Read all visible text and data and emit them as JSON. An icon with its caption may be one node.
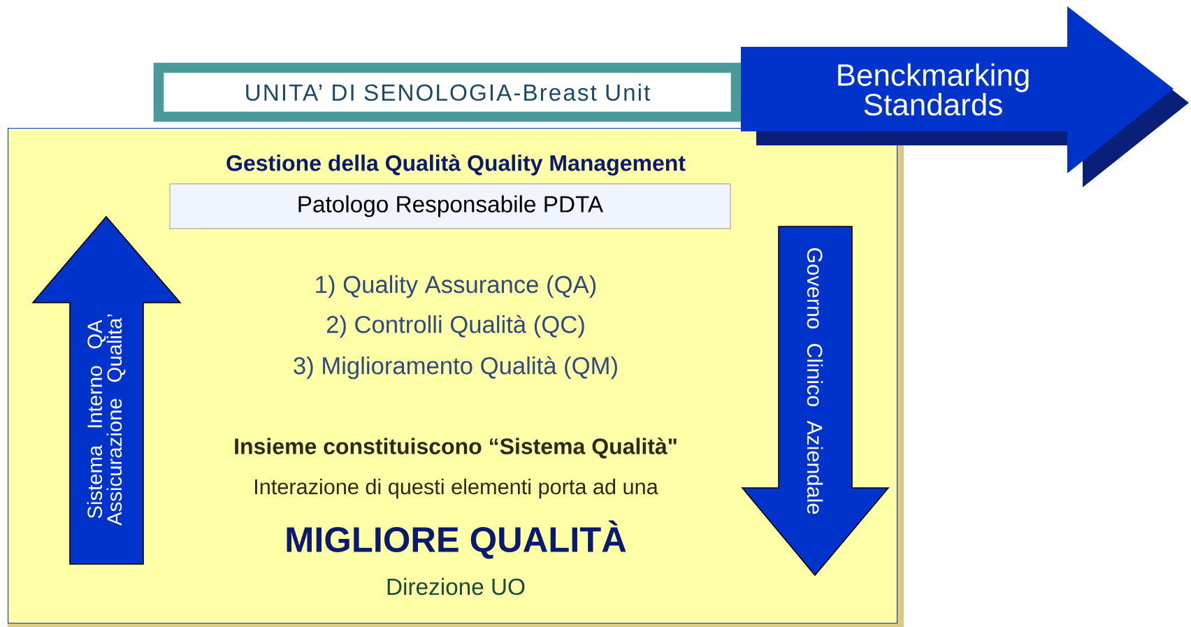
{
  "diagram": {
    "nodes": [
      {
        "text": [
          "UNITA’ DI  SENOLOGIA-Breast Unit"
        ]
      },
      {
        "text": [
          "Benckmarking Standards"
        ]
      },
      {
        "text": [
          "Gestione della Qualità Quality Management",
          "1) Quality Assurance (QA)",
          "2) Controlli Qualità (QC)",
          "3) Miglioramento Qualità (QM)",
          "Insieme constituiscono “Sistema Qualità\"",
          "Interazione di questi elementi porta ad una",
          "MIGLIORE QUALITÀ",
          "Direzione UO"
        ]
      },
      {
        "text": [
          "Patologo Responsabile PDTA"
        ],
        "in": 2
      },
      {
        "text": [
          "Sistema Interno QA Assicurazione Qualita’"
        ],
        "in": 2
      },
      {
        "text": [
          "Governo Clinico Aziendale"
        ],
        "in": 2
      }
    ]
  }
}
